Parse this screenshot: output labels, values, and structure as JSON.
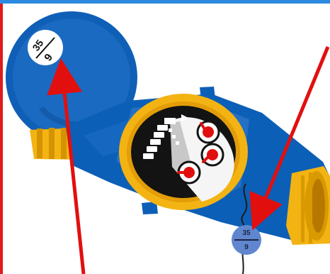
{
  "image": {
    "lid_label": {
      "numerator": "35",
      "denominator": "9"
    },
    "seal_label": {
      "numerator": "35",
      "denominator": "9"
    },
    "icon_names": [
      "water-meter-body-icon",
      "water-meter-lid-icon",
      "meter-dial-icon",
      "lcd-display-icon",
      "seal-tag-icon",
      "arrow-icon"
    ],
    "colors": {
      "body_blue": "#0c5fb6",
      "body_blue_light": "#2f79cc",
      "brass_yellow": "#f3b313",
      "dial_black": "#131313",
      "dial_white": "#f5f5f5",
      "accent_red": "#e20f0f",
      "seal_blue": "#5f86cf",
      "frame_blue": "#2c8be0",
      "frame_red": "#e01b1b"
    }
  }
}
